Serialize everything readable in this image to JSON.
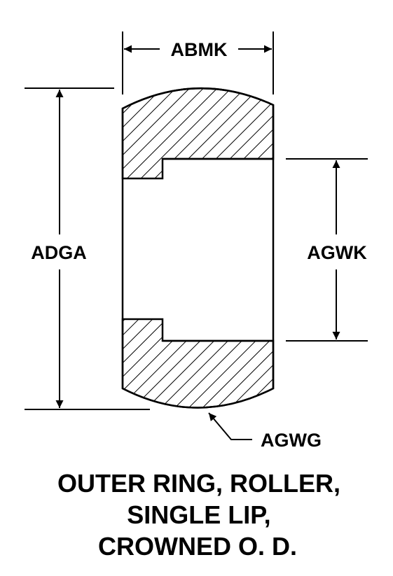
{
  "dimensions": {
    "width_label": "ABMK",
    "outer_diameter_label": "ADGA",
    "inner_diameter_label": "AGWK",
    "crown_label": "AGWG"
  },
  "caption": {
    "line1": "OUTER RING, ROLLER,",
    "line2": "SINGLE LIP,",
    "line3": "CROWNED O. D."
  }
}
